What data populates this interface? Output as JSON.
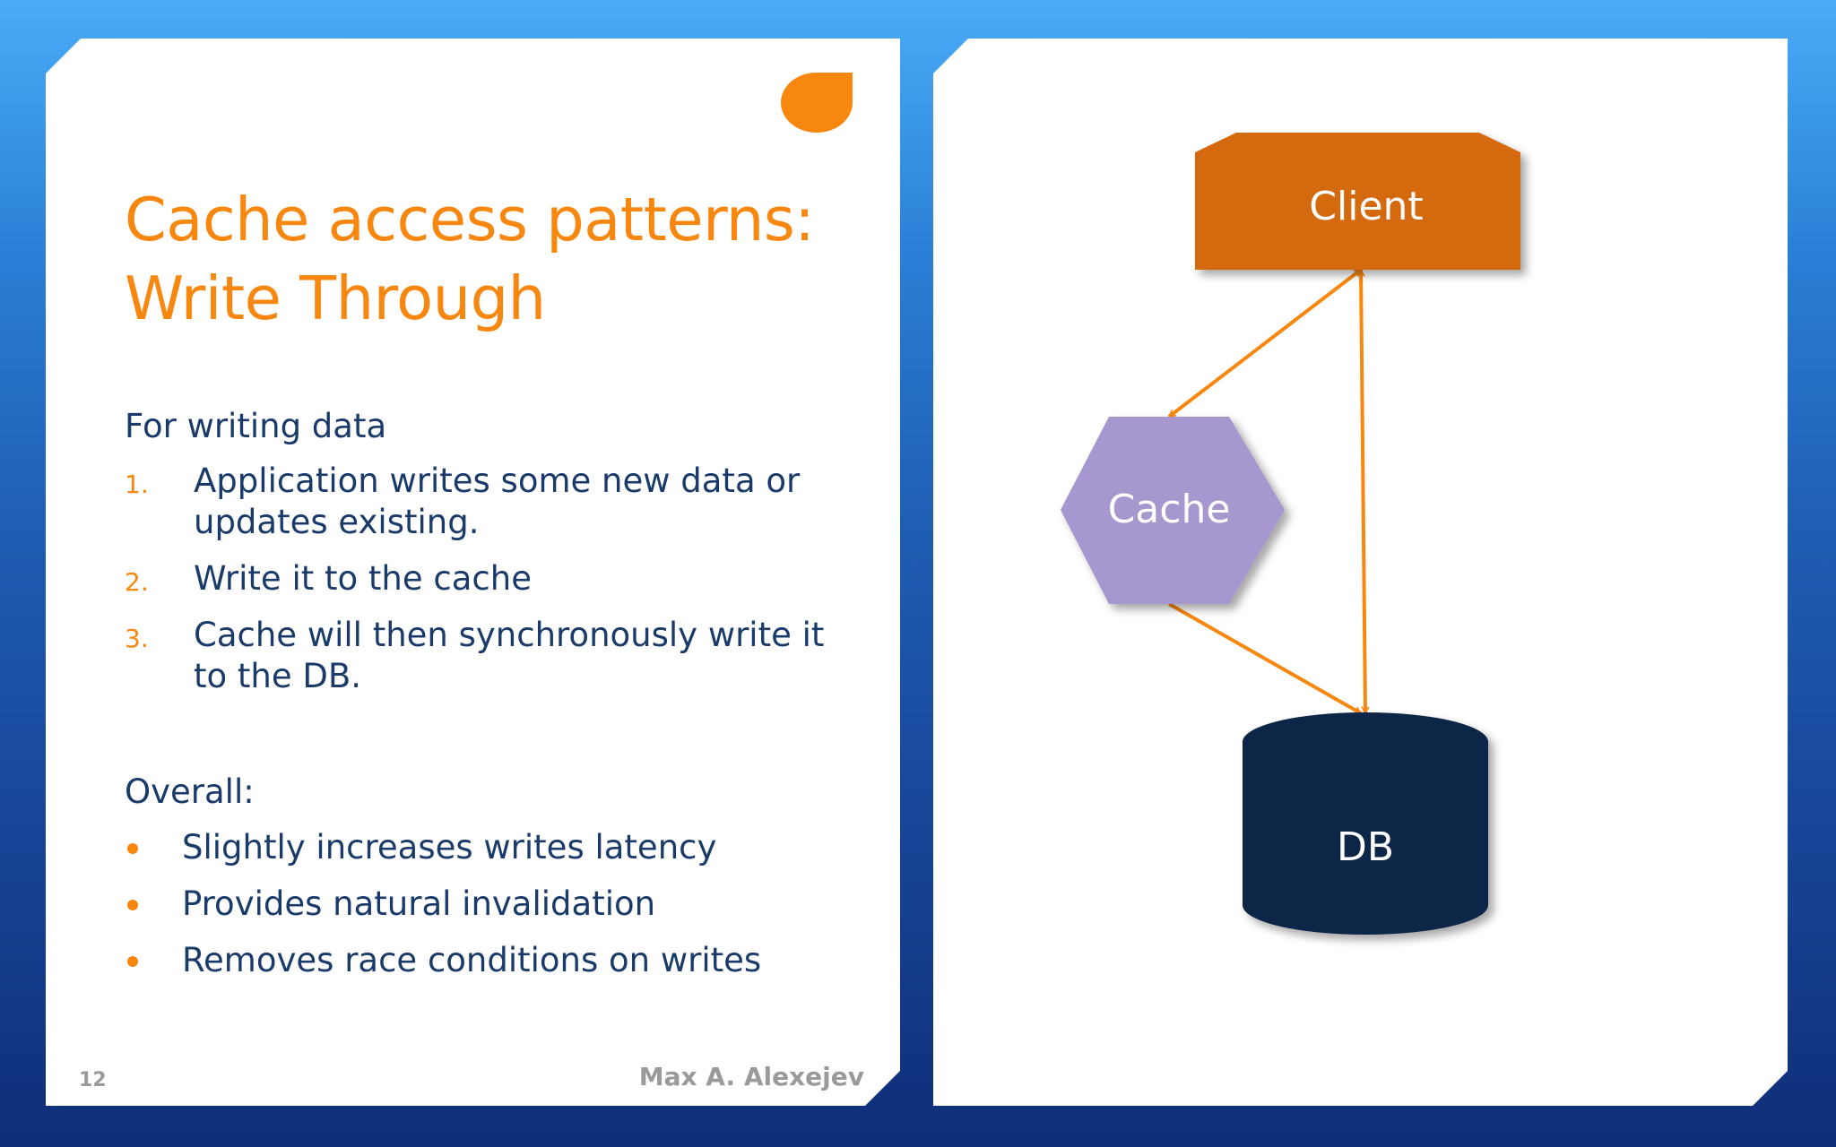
{
  "slide": {
    "title_line1": "Cache access patterns:",
    "title_line2": "Write Through",
    "section1_heading": "For writing data",
    "steps": [
      {
        "num": "1.",
        "text": "Application writes some new data or updates existing."
      },
      {
        "num": "2.",
        "text": "Write it to the cache"
      },
      {
        "num": "3.",
        "text": "Cache will then synchronously write it to the DB."
      }
    ],
    "section2_heading": "Overall:",
    "points": [
      "Slightly increases writes latency",
      "Provides natural invalidation",
      "Removes race conditions on writes"
    ],
    "page_number": "12",
    "author": "Max A. Alexejev"
  },
  "diagram": {
    "nodes": {
      "client": {
        "label": "Client",
        "color": "#d4690a"
      },
      "cache": {
        "label": "Cache",
        "color": "#a797cf"
      },
      "db": {
        "label": "DB",
        "color": "#0f2747"
      }
    },
    "edges": [
      {
        "from": "client",
        "to": "cache",
        "bidirectional": true
      },
      {
        "from": "cache",
        "to": "db",
        "bidirectional": false
      },
      {
        "from": "db",
        "to": "client",
        "bidirectional": true
      }
    ],
    "arrow_color": "#f7870f"
  }
}
